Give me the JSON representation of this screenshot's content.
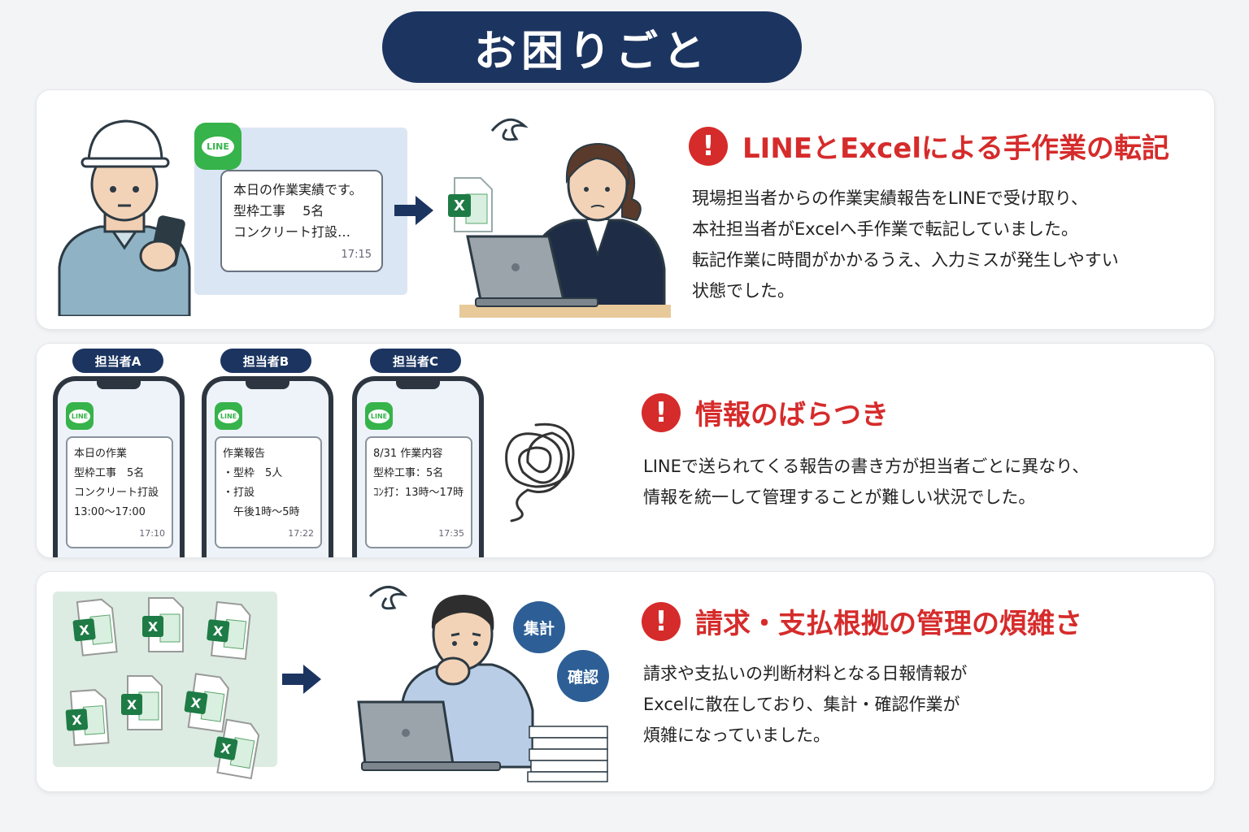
{
  "title": "お困りごと",
  "issue1": {
    "heading": "LINEとExcelによる手作業の転記",
    "description": "現場担当者からの作業実績報告をLINEで受け取り、\n本社担当者がExcelへ手作業で転記していました。\n転記作業に時間がかかるうえ、入力ミスが発生しやすい\n状態でした。",
    "chat": {
      "logo": "LINE",
      "lines": [
        "本日の作業実績です。",
        "型枠工事　 5名",
        "コンクリート打設…"
      ],
      "time": "17:15"
    }
  },
  "issue2": {
    "heading": "情報のばらつき",
    "description": "LINEで送られてくる報告の書き方が担当者ごとに異なり、\n情報を統一して管理することが難しい状況でした。",
    "phones": [
      {
        "label": "担当者A",
        "lines": [
          "本日の作業",
          "型枠工事　5名",
          "コンクリート打設",
          "13:00〜17:00"
        ],
        "time": "17:10"
      },
      {
        "label": "担当者B",
        "lines": [
          "作業報告",
          "・型枠　5人",
          "・打設",
          "　午後1時〜5時"
        ],
        "time": "17:22"
      },
      {
        "label": "担当者C",
        "lines": [
          "8/31 作業内容",
          "型枠工事：5名",
          "ｺﾝ打：13時〜17時"
        ],
        "time": "17:35"
      }
    ]
  },
  "issue3": {
    "heading": "請求・支払根拠の管理の煩雑さ",
    "description": "請求や支払いの判断材料となる日報情報が\nExcelに散在しており、集計・確認作業が\n煩雑になっていました。",
    "tags": [
      "集計",
      "確認"
    ]
  },
  "colors": {
    "navy": "#1c3560",
    "red": "#d62b2b",
    "line_green": "#36b34a",
    "excel_green": "#1e7b45"
  },
  "icons": [
    "warning-icon",
    "line-logo-icon",
    "excel-file-icon",
    "arrow-right-icon",
    "tangle-icon",
    "confused-swirl-icon"
  ]
}
